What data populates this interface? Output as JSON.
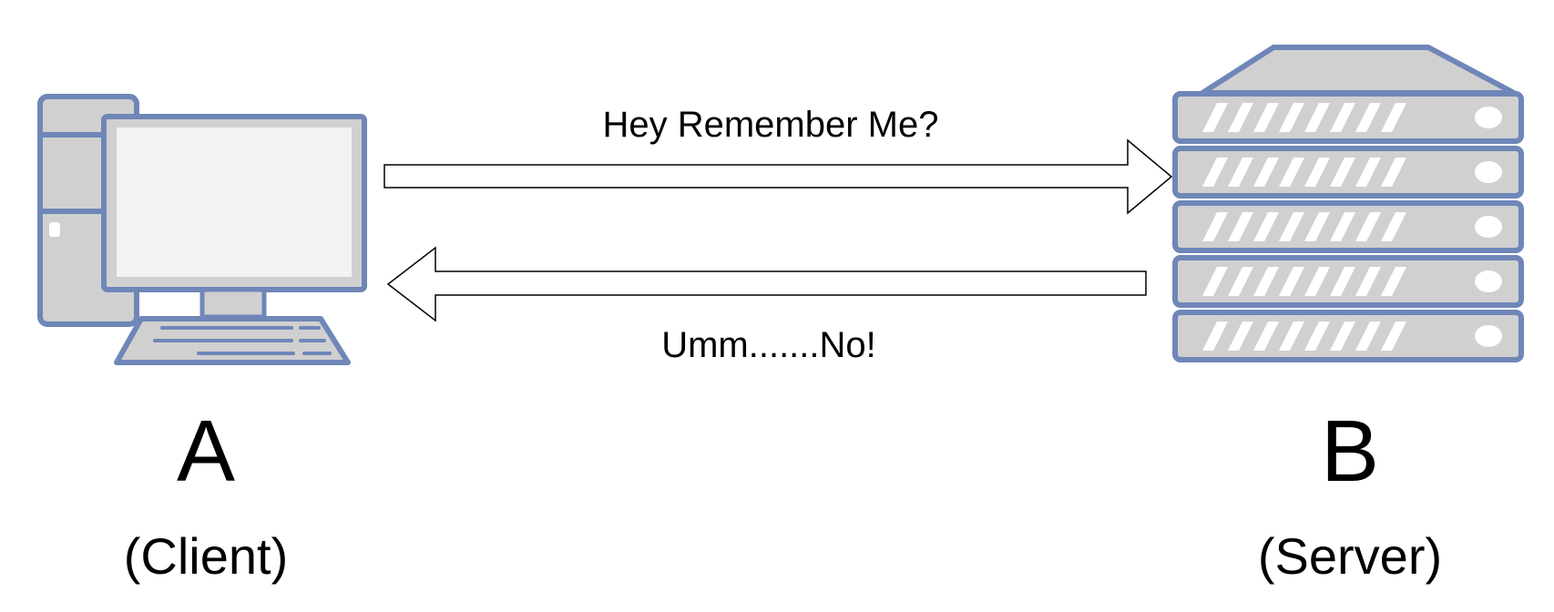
{
  "diagram": {
    "title": "",
    "client": {
      "letter": "A",
      "caption": "(Client)",
      "icon": "desktop-computer-icon"
    },
    "server": {
      "letter": "B",
      "caption": "(Server)",
      "icon": "server-rack-icon"
    },
    "messages": {
      "request": "Hey Remember Me?",
      "response": "Umm.......No!"
    },
    "colors": {
      "icon_fill": "#d0d0d0",
      "icon_stroke": "#6f86b8",
      "screen_fill": "#f2f2f2",
      "arrow_fill": "#ffffff",
      "arrow_stroke": "#000000",
      "text": "#000000"
    }
  }
}
